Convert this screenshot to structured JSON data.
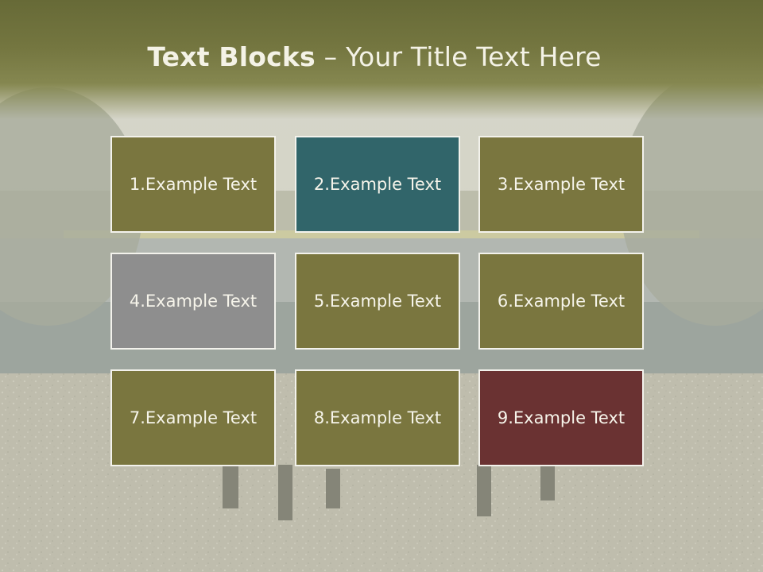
{
  "slide": {
    "title_bold": "Text Blocks",
    "title_rest": " – Your Title Text Here",
    "background_description_colors": {
      "header": "#6e7039",
      "photo_tint": "#c6c5b6"
    }
  },
  "tiles": [
    {
      "label": "1.Example Text",
      "color": "#7a763f"
    },
    {
      "label": "2.Example Text",
      "color": "#31656a"
    },
    {
      "label": "3.Example Text",
      "color": "#7a763f"
    },
    {
      "label": "4.Example Text",
      "color": "#8e8e8e"
    },
    {
      "label": "5.Example Text",
      "color": "#7a763f"
    },
    {
      "label": "6.Example Text",
      "color": "#7a763f"
    },
    {
      "label": "7.Example Text",
      "color": "#7a763f"
    },
    {
      "label": "8.Example Text",
      "color": "#7a763f"
    },
    {
      "label": "9.Example Text",
      "color": "#6a3232"
    }
  ]
}
